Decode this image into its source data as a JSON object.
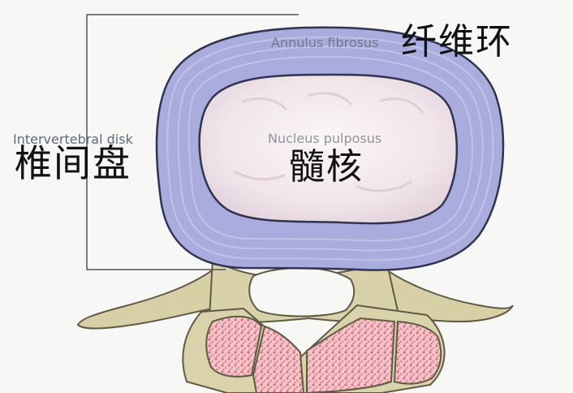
{
  "labels": {
    "annulus_en": "Annulus fibrosus",
    "annulus_zh": "纤维环",
    "disk_en": "Intervertebral disk",
    "disk_zh": "椎间盘",
    "nucleus_en": "Nucleus pulposus",
    "nucleus_zh": "髓核"
  },
  "colors": {
    "background": "#f7f7f6",
    "annulus": "#a9acdd",
    "annulus_outline": "#2f3550",
    "nucleus": "#f2e7ec",
    "bone": "#d6cfa6",
    "marrow": "#e9a6b0",
    "bracket": "#555555"
  }
}
